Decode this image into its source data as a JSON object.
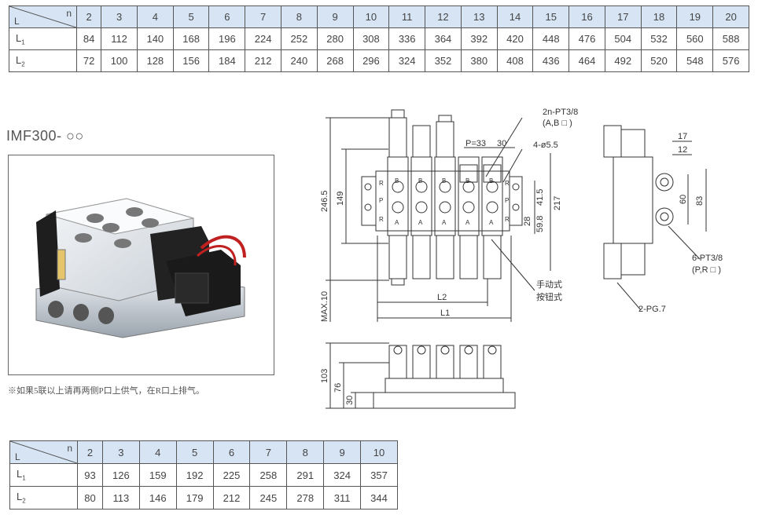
{
  "table_top": {
    "corner_n": "n",
    "corner_l": "L",
    "columns": [
      "2",
      "3",
      "4",
      "5",
      "6",
      "7",
      "8",
      "9",
      "10",
      "11",
      "12",
      "13",
      "14",
      "15",
      "16",
      "17",
      "18",
      "19",
      "20"
    ],
    "rows": [
      {
        "label": "L",
        "sub": "1",
        "values": [
          "84",
          "112",
          "140",
          "168",
          "196",
          "224",
          "252",
          "280",
          "308",
          "336",
          "364",
          "392",
          "420",
          "448",
          "476",
          "504",
          "532",
          "560",
          "588"
        ]
      },
      {
        "label": "L",
        "sub": "2",
        "values": [
          "72",
          "100",
          "128",
          "156",
          "184",
          "212",
          "240",
          "268",
          "296",
          "324",
          "352",
          "380",
          "408",
          "436",
          "464",
          "492",
          "520",
          "548",
          "576"
        ]
      }
    ]
  },
  "model_title": "IMF300- ○○",
  "note": "※如果5联以上请再两侧P口上供气，在R口上排气。",
  "drawing": {
    "labels": {
      "port_ab": "2n-PT3/8",
      "port_ab_sub": "(A,B □ )",
      "pitch": "P=33",
      "thirty": "30",
      "holes": "4-ø5.5",
      "h246": "246.5",
      "h149": "149",
      "h41": "41.5",
      "h217": "217",
      "h28": "28",
      "h59": "59.8",
      "l2": "L2",
      "l1": "L1",
      "max10": "MAX.10",
      "manual1": "手动式",
      "manual2": "按钮式",
      "s17": "17",
      "s12": "12",
      "s60": "60",
      "s83": "83",
      "port_pr": "6-PT3/8",
      "port_pr_sub": "(P,R □ )",
      "pg": "2-PG.7",
      "h103": "103",
      "h76": "76",
      "h30": "30"
    }
  },
  "table_bottom": {
    "corner_n": "n",
    "corner_l": "L",
    "columns": [
      "2",
      "3",
      "4",
      "5",
      "6",
      "7",
      "8",
      "9",
      "10"
    ],
    "rows": [
      {
        "label": "L",
        "sub": "1",
        "values": [
          "93",
          "126",
          "159",
          "192",
          "225",
          "258",
          "291",
          "324",
          "357"
        ]
      },
      {
        "label": "L",
        "sub": "2",
        "values": [
          "80",
          "113",
          "146",
          "179",
          "212",
          "245",
          "278",
          "311",
          "344"
        ]
      }
    ]
  }
}
